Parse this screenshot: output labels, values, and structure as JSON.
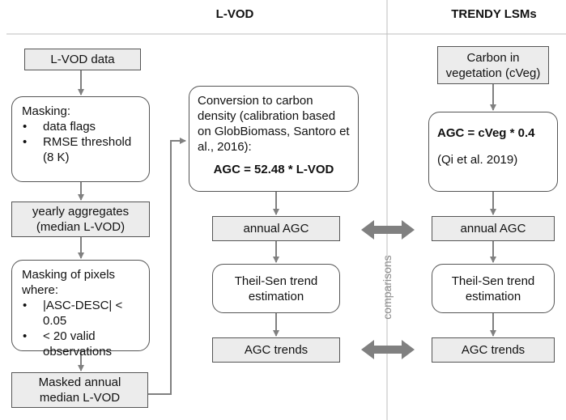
{
  "headers": {
    "left": "L-VOD",
    "right": "TRENDY LSMs"
  },
  "left_column": {
    "lvod_data": "L-VOD data",
    "masking_title": "Masking:",
    "masking_items": [
      "data flags",
      "RMSE threshold (8 K)"
    ],
    "yearly_line1": "yearly aggregates",
    "yearly_line2": "(median L-VOD)",
    "pixels_title": "Masking of pixels where:",
    "pixels_items": [
      "|ASC-DESC| < 0.05",
      "< 20 valid observations"
    ],
    "masked_line1": "Masked annual",
    "masked_line2": "median L-VOD"
  },
  "middle_column": {
    "conversion_text": "Conversion to carbon density (calibration based on GlobBiomass, Santoro et al., 2016):",
    "conversion_formula": "AGC = 52.48 * L-VOD",
    "annual_agc": "annual AGC",
    "theil_line1": "Theil-Sen trend",
    "theil_line2": "estimation",
    "agc_trends": "AGC trends"
  },
  "right_column": {
    "carbon_line1": "Carbon in",
    "carbon_line2": "vegetation (cVeg)",
    "formula": "AGC = cVeg * 0.4",
    "reference": "(Qi et al. 2019)",
    "annual_agc": "annual AGC",
    "theil_line1": "Theil-Sen trend",
    "theil_line2": "estimation",
    "agc_trends": "AGC trends"
  },
  "comparisons_label": "comparisons",
  "colors": {
    "box_border": "#555555",
    "grey_fill": "#ececec",
    "arrow": "#808080",
    "divider": "#bdbdbd",
    "label": "#8c8c8c"
  }
}
